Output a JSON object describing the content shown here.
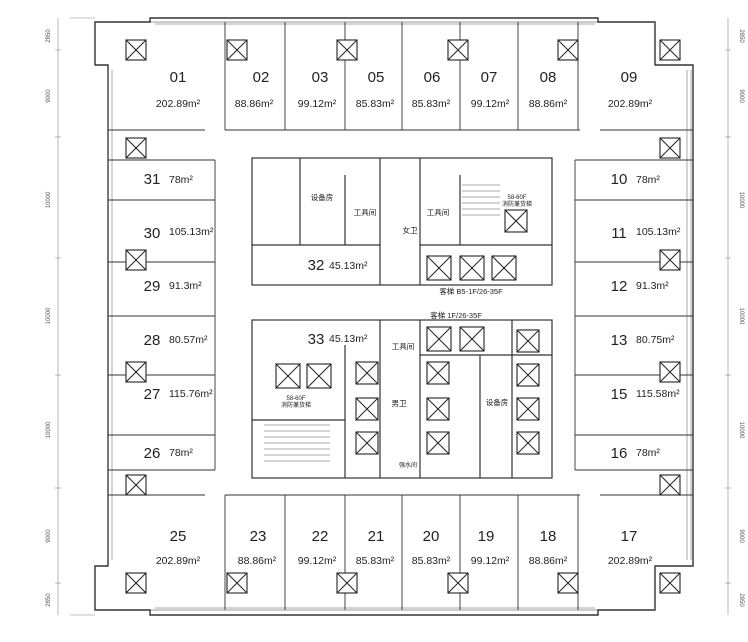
{
  "units": [
    {
      "no": "01",
      "area": "202.89m²"
    },
    {
      "no": "02",
      "area": "88.86m²"
    },
    {
      "no": "03",
      "area": "99.12m²"
    },
    {
      "no": "05",
      "area": "85.83m²"
    },
    {
      "no": "06",
      "area": "85.83m²"
    },
    {
      "no": "07",
      "area": "99.12m²"
    },
    {
      "no": "08",
      "area": "88.86m²"
    },
    {
      "no": "09",
      "area": "202.89m²"
    },
    {
      "no": "10",
      "area": "78m²"
    },
    {
      "no": "11",
      "area": "105.13m²"
    },
    {
      "no": "12",
      "area": "91.3m²"
    },
    {
      "no": "13",
      "area": "80.75m²"
    },
    {
      "no": "15",
      "area": "115.58m²"
    },
    {
      "no": "16",
      "area": "78m²"
    },
    {
      "no": "17",
      "area": "202.89m²"
    },
    {
      "no": "18",
      "area": "88.86m²"
    },
    {
      "no": "19",
      "area": "99.12m²"
    },
    {
      "no": "20",
      "area": "85.83m²"
    },
    {
      "no": "21",
      "area": "85.83m²"
    },
    {
      "no": "22",
      "area": "99.12m²"
    },
    {
      "no": "23",
      "area": "88.86m²"
    },
    {
      "no": "25",
      "area": "202.89m²"
    },
    {
      "no": "26",
      "area": "78m²"
    },
    {
      "no": "27",
      "area": "115.76m²"
    },
    {
      "no": "28",
      "area": "80.57m²"
    },
    {
      "no": "29",
      "area": "91.3m²"
    },
    {
      "no": "30",
      "area": "105.13m²"
    },
    {
      "no": "31",
      "area": "78m²"
    },
    {
      "no": "32",
      "area": "45.13m²"
    },
    {
      "no": "33",
      "area": "45.13m²"
    }
  ],
  "rooms": {
    "equipment_upper": "设备房",
    "tool_upper_left": "工具间",
    "tool_upper_right": "工具间",
    "female_wc": "女卫",
    "tool_lower": "工具间",
    "male_wc": "男卫",
    "equipment_lower": "设备房",
    "water_shaft": "强水间"
  },
  "elevators": {
    "fire_upper": "58-60F",
    "fire_upper_sub": "消防兼货梯",
    "fire_lower": "58-60F",
    "fire_lower_sub": "消防兼货梯",
    "passenger_upper": "客梯 B5-1F/26-35F",
    "passenger_lower": "客梯 1F/26-35F"
  },
  "dimensions": {
    "left": [
      "2850",
      "9000",
      "10000",
      "10000",
      "10000",
      "9000",
      "2850"
    ],
    "right": [
      "2850",
      "9000",
      "10000",
      "10000",
      "10000",
      "9000",
      "2850"
    ]
  }
}
